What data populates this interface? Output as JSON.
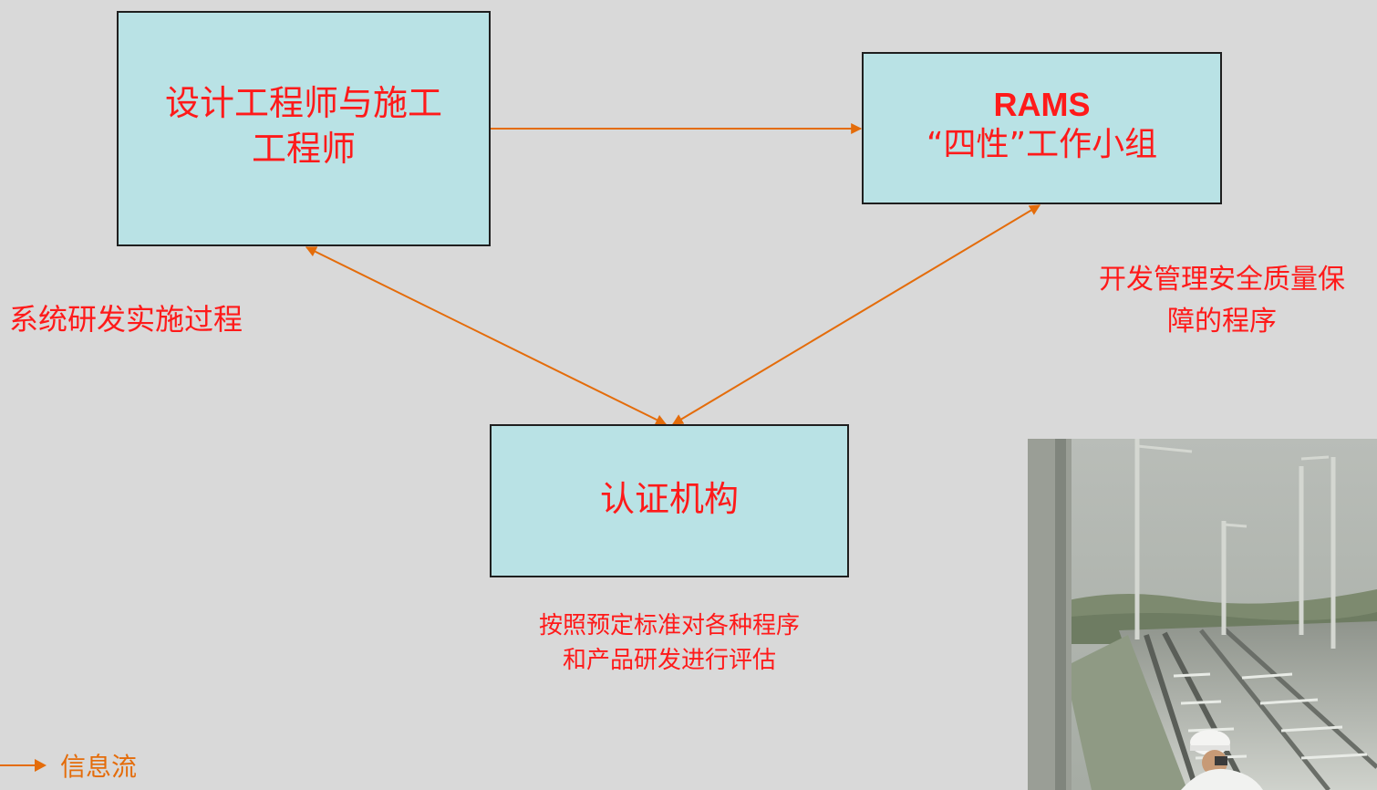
{
  "nodes": {
    "design": {
      "line1": "设计工程师与施工",
      "line2": "工程师"
    },
    "rams": {
      "title": "RAMS",
      "subtitle": "“四性”工作小组"
    },
    "cert": {
      "label": "认证机构"
    }
  },
  "labels": {
    "left": "系统研发实施过程",
    "right": {
      "line1": "开发管理安全质量保",
      "line2": "障的程序"
    },
    "bottom": {
      "line1": "按照预定标准对各种程序",
      "line2": "和产品研发进行评估"
    }
  },
  "legend": {
    "text": "信息流",
    "icon": "arrow-right-icon"
  },
  "photo": {
    "description_icon": "railway-inspection-photo"
  },
  "colors": {
    "background": "#d9d9d9",
    "box_fill": "#b9e2e5",
    "box_border": "#1f1f1f",
    "node_text": "#ff1a1a",
    "arrow": "#e46c0a",
    "legend_text": "#e46c0a"
  }
}
